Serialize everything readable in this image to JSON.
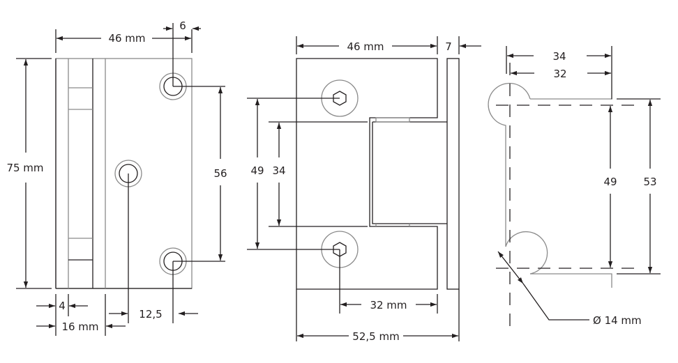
{
  "drawing": {
    "front_view": {
      "width_label": "46 mm",
      "height_label": "75 mm",
      "hole_offset_label": "6",
      "hole_spacing_label": "56",
      "edge_label": "4",
      "knuckle_width_label": "16 mm",
      "center_hole_offset_label": "12,5"
    },
    "side_view": {
      "width_label": "46 mm",
      "leaf_thickness_label": "7",
      "screw_spacing_label": "49",
      "cutout_height_label": "34",
      "screw_to_edge_label": "32 mm",
      "total_width_label": "52,5 mm"
    },
    "glass_cutout": {
      "outer_width_label": "34",
      "inner_width_label": "32",
      "inner_height_label": "49",
      "outer_height_label": "53",
      "radius_label": "Ø 14 mm"
    },
    "colors": {
      "line": "#231f20",
      "light_line": "#8a8a8a",
      "background": "#ffffff"
    }
  }
}
